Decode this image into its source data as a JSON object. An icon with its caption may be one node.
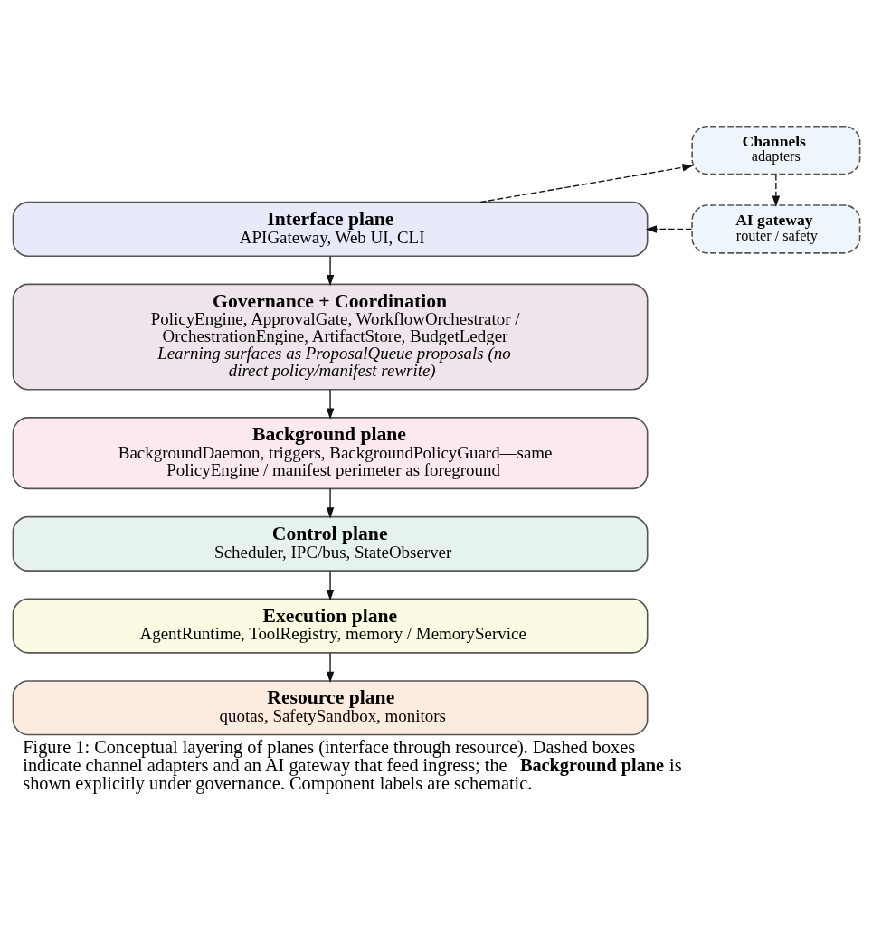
{
  "diagram": {
    "caption": "Figure 1: Conceptual layering of planes (interface through resource). Dashed boxes indicate channel adapters and an AI gateway that feed ingress; the **Background plane** is shown explicitly under governance. Component labels are schematic.",
    "nodes": [
      {
        "text": [
          "Channels",
          "adapters"
        ]
      },
      {
        "text": [
          "Interface plane",
          "APIGateway, Web UI, CLI"
        ]
      },
      {
        "text": [
          "AI gateway",
          "router / safety"
        ]
      },
      {
        "text": [
          "Governance + Coordination",
          "PolicyEngine, ApprovalGate, WorkflowOrchestrator / OrchestrationEngine, ArtifactStore, BudgetLedger",
          "Learning surfaces as ProposalQueue proposals (no direct policy/manifest rewrite)"
        ]
      },
      {
        "text": [
          "Background plane",
          "BackgroundDaemon, triggers, BackgroundPolicyGuard—same PolicyEngine / manifest perimeter as foreground"
        ]
      },
      {
        "text": [
          "Control plane",
          "Scheduler, IPC/bus, StateObserver"
        ]
      },
      {
        "text": [
          "Execution plane",
          "AgentRuntime, ToolRegistry, memory / MemoryService"
        ]
      },
      {
        "text": [
          "Resource plane",
          "quotas, SafetySandbox, monitors"
        ]
      }
    ],
    "edges": [
      {
        "from": 1,
        "to": 0,
        "arrow": "to",
        "style": "dashed"
      },
      {
        "from": 0,
        "to": 2,
        "arrow": "to",
        "style": "dashed"
      },
      {
        "from": 2,
        "to": 1,
        "arrow": "to",
        "style": "dashed"
      },
      {
        "from": 1,
        "to": 3,
        "arrow": "to"
      },
      {
        "from": 3,
        "to": 4,
        "arrow": "to"
      },
      {
        "from": 4,
        "to": 5,
        "arrow": "to"
      },
      {
        "from": 5,
        "to": 6,
        "arrow": "to"
      },
      {
        "from": 6,
        "to": 7,
        "arrow": "to"
      }
    ]
  }
}
